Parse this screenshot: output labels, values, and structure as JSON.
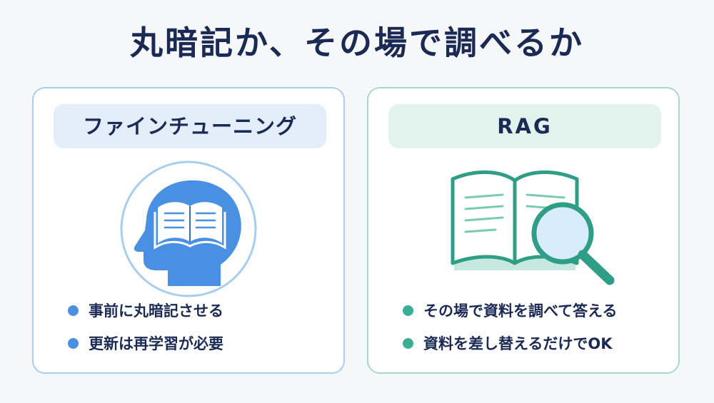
{
  "title": "丸暗記か、その場で調べるか",
  "colors": {
    "navy": "#1b2a55",
    "blue_accent": "#4a90e2",
    "teal_accent": "#3aaf96",
    "blue_border": "#a9cdef",
    "teal_border": "#a6d9cb"
  },
  "left": {
    "heading": "ファインチューニング",
    "icon": "head-with-book-icon",
    "bullets": [
      "事前に丸暗記させる",
      "更新は再学習が必要"
    ]
  },
  "right": {
    "heading": "RAG",
    "icon": "open-book-with-magnifier-icon",
    "bullets": [
      "その場で資料を調べて答える",
      "資料を差し替えるだけでOK"
    ]
  }
}
